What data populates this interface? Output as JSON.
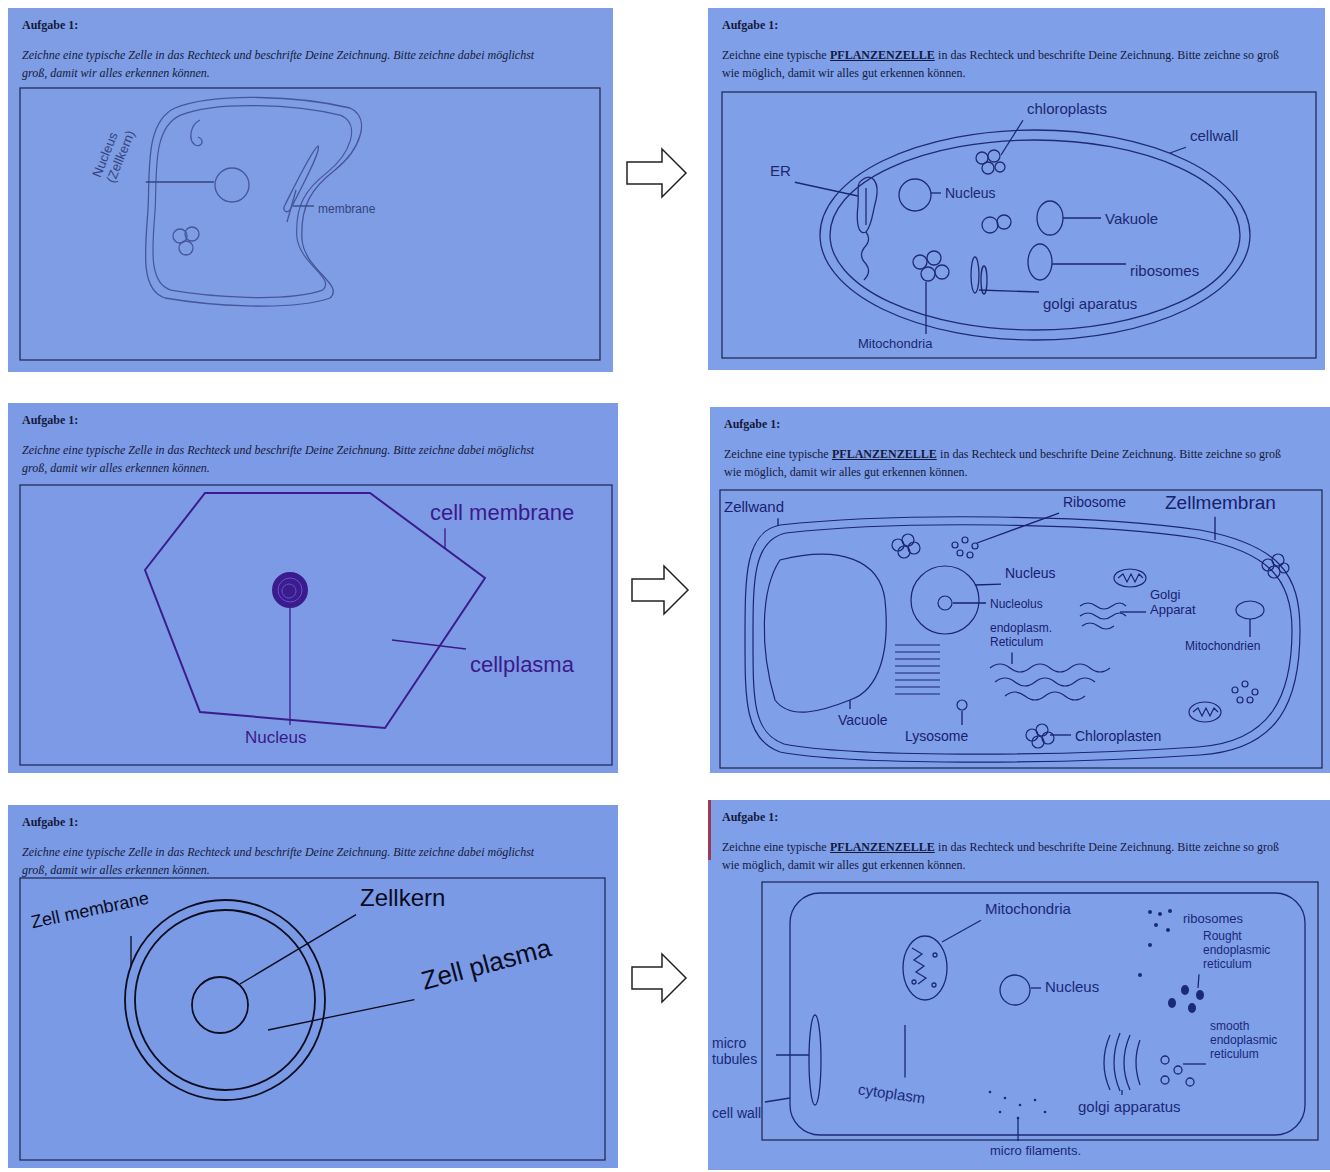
{
  "diagram": {
    "nodes": [
      {
        "text": [
          "Aufgabe 1:",
          "Zeichne eine typische Zelle in das Rechteck und beschrifte Deine Zeichnung. Bitte zeichne dabei möglichst groß, damit wir alles erkennen können."
        ]
      },
      {
        "text": [
          "Aufgabe 1:",
          "Zeichne eine typische",
          "PFLANZENZELLE",
          "in das Rechteck und beschrifte Deine Zeichnung. Bitte zeichne so groß wie möglich, damit wir alles gut erkennen können."
        ]
      },
      {
        "text": [
          "Aufgabe 1:",
          "Zeichne eine typische Zelle in das Rechteck und beschrifte Deine Zeichnung. Bitte zeichne dabei möglichst groß, damit wir alles erkennen können."
        ]
      },
      {
        "text": [
          "Aufgabe 1:",
          "Zeichne eine typische",
          "PFLANZENZELLE",
          "in das Rechteck und beschrifte Deine Zeichnung. Bitte zeichne so groß wie möglich, damit wir alles gut erkennen können."
        ]
      },
      {
        "text": [
          "Aufgabe 1:",
          "Zeichne eine typische Zelle in das Rechteck und beschrifte Deine Zeichnung. Bitte zeichne dabei möglichst groß, damit wir alles erkennen können."
        ]
      },
      {
        "text": [
          "Aufgabe 1:",
          "Zeichne eine typische",
          "PFLANZENZELLE",
          "in das Rechteck und beschrifte Deine Zeichnung. Bitte zeichne so groß wie möglich, damit wir alles gut erkennen können."
        ]
      }
    ],
    "edges": [
      {
        "from": 0,
        "to": 1,
        "arrow": "to"
      },
      {
        "from": 2,
        "to": 3,
        "arrow": "to"
      },
      {
        "from": 4,
        "to": 5,
        "arrow": "to"
      }
    ],
    "labels": [
      "Nucleus (Zellkern)",
      "membrane",
      "chloroplasts",
      "cellwall",
      "ER",
      "Nucleus",
      "Vakuole",
      "ribosomes",
      "golgi aparatus",
      "Mitochondria",
      "cell membrane",
      "cellplasma",
      "Nucleus",
      "Zellwand",
      "Ribosome",
      "Zellmembran",
      "Nucleus",
      "Golgi Apparat",
      "Mitochondrien",
      "Nucleolus",
      "endoplasm. Reticulum",
      "Vacuole",
      "Lysosome",
      "Chloroplasten",
      "Zell membrane",
      "Zellkern",
      "Zell plasma",
      "Mitochondria",
      "ribosomes",
      "Nucleus",
      "Rought endoplasmic reticulum",
      "smooth endoplasmic reticulum",
      "micro tubules",
      "cell wall",
      "cytoplasm",
      "golgi apparatus",
      "micro filaments."
    ]
  }
}
